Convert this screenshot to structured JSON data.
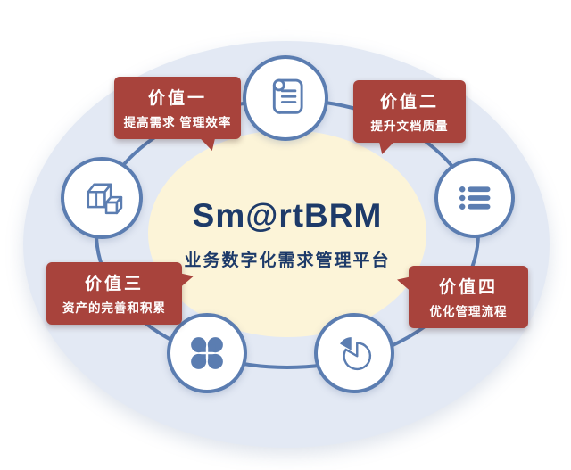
{
  "diagram": {
    "title": "Sm@rtBRM",
    "subtitle": "业务数字化需求管理平台",
    "values": [
      {
        "label": "价值一",
        "desc": "提高需求 管理效率"
      },
      {
        "label": "价值二",
        "desc": "提升文档质量"
      },
      {
        "label": "价值三",
        "desc": "资产的完善和积累"
      },
      {
        "label": "价值四",
        "desc": "优化管理流程"
      }
    ],
    "icons": [
      {
        "name": "scroll-icon"
      },
      {
        "name": "list-icon"
      },
      {
        "name": "package-icon"
      },
      {
        "name": "clover-icon"
      },
      {
        "name": "pie-chart-icon"
      }
    ],
    "colors": {
      "banner_bg": "#a8433c",
      "ring_blue": "#5b7db1",
      "icon_blue": "#5b7db1",
      "center_fill": "#fcf4d8",
      "outer_fill": "#e3e9f4",
      "title_navy": "#1d3a69"
    }
  }
}
